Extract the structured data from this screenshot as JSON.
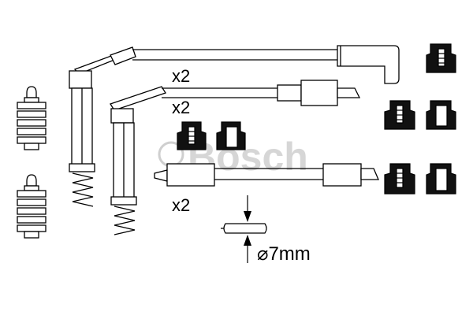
{
  "labels": {
    "qty_upper": "x2",
    "qty_middle": "x2",
    "qty_lower": "x2",
    "diameter": "⌀7mm"
  },
  "watermark": {
    "text": "Bosch",
    "color": "#cfcfcf"
  },
  "colors": {
    "line": "#000000",
    "boot_fill": "#111111",
    "background": "#ffffff"
  },
  "icons": [
    "ignition-cable-icon",
    "spark-plug-boot-icon",
    "distributor-terminal-icon",
    "coil-spring-icon",
    "arrow-down-icon",
    "arrow-up-icon"
  ]
}
